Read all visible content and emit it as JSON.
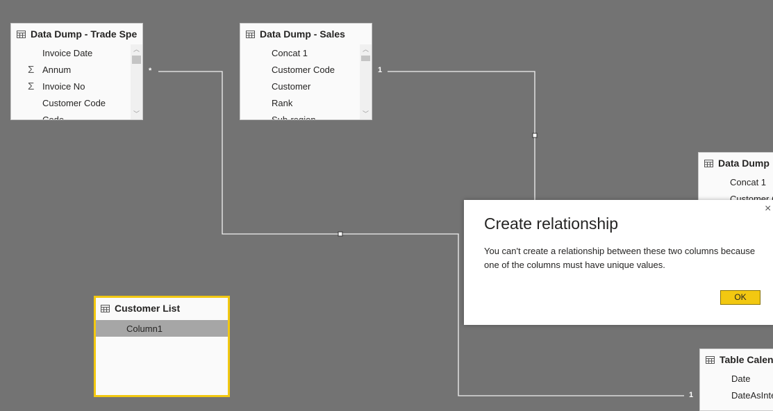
{
  "tables": {
    "trade": {
      "title": "Data Dump - Trade Spe",
      "fields": [
        {
          "label": "Invoice Date",
          "sigma": ""
        },
        {
          "label": "Annum",
          "sigma": "Σ"
        },
        {
          "label": "Invoice No",
          "sigma": "Σ"
        },
        {
          "label": "Customer Code",
          "sigma": ""
        },
        {
          "label": "Code",
          "sigma": ""
        }
      ],
      "cardinality": "*"
    },
    "sales": {
      "title": "Data Dump - Sales",
      "fields": [
        {
          "label": "Concat 1",
          "sigma": ""
        },
        {
          "label": "Customer Code",
          "sigma": ""
        },
        {
          "label": "Customer",
          "sigma": ""
        },
        {
          "label": "Rank",
          "sigma": ""
        },
        {
          "label": "Sub-region",
          "sigma": ""
        }
      ],
      "cardinality": "1"
    },
    "dump_right": {
      "title": "Data Dump",
      "fields": [
        {
          "label": "Concat 1",
          "sigma": ""
        },
        {
          "label": "Customer C",
          "sigma": ""
        }
      ]
    },
    "customer_list": {
      "title": "Customer List",
      "fields": [
        {
          "label": "Column1"
        }
      ]
    },
    "calendar": {
      "title": "Table Calendar",
      "fields": [
        {
          "label": "Date",
          "sigma": ""
        },
        {
          "label": "DateAsInteger",
          "sigma": ""
        }
      ],
      "cardinality": "1"
    }
  },
  "dialog": {
    "title": "Create relationship",
    "message": "You can't create a relationship between these two columns because one of the columns must have unique values.",
    "ok_label": "OK",
    "close_icon": "×"
  },
  "colors": {
    "canvas": "#737373",
    "accent": "#f2c811",
    "line": "#f2f2f2"
  }
}
